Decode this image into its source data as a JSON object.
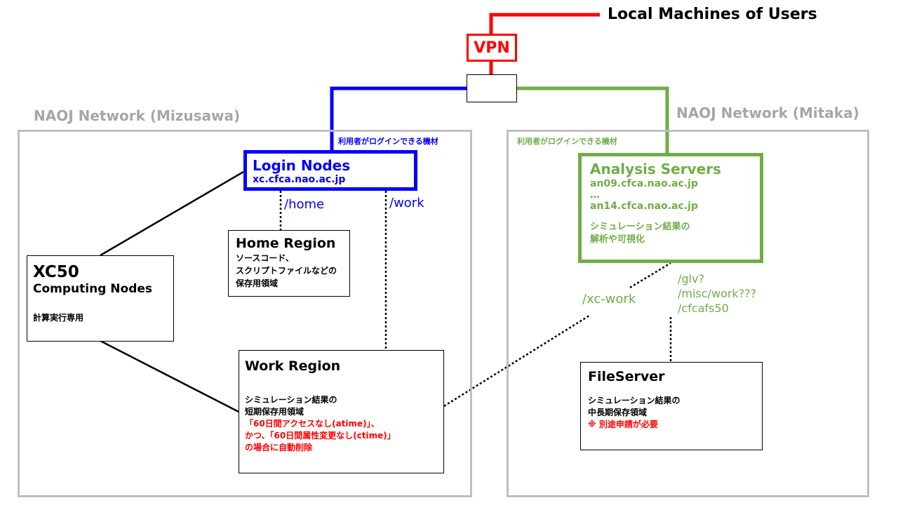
{
  "colors": {
    "blue": "#0000ff",
    "green": "#70ad47",
    "red": "#ff0000",
    "gray": "#a6a6a6",
    "black": "#000000"
  },
  "top": {
    "local_machines": "Local Machines of Users",
    "vpn": "VPN"
  },
  "networks": {
    "mizusawa": {
      "title": "NAOJ Network (Mizusawa)",
      "login_note": "利用者がログインできる機材"
    },
    "mitaka": {
      "title": "NAOJ Network (Mitaka)",
      "login_note": "利用者がログインできる機材"
    }
  },
  "login_nodes": {
    "title": "Login Nodes",
    "host": "xc.cfca.nao.ac.jp"
  },
  "paths": {
    "home": "/home",
    "work": "/work",
    "xc_work": "/xc-work",
    "glv": "/glv?",
    "misc_work": "/misc/work???",
    "cfcafs50": "/cfcafs50"
  },
  "home_region": {
    "title": "Home Region",
    "desc_lines": [
      "ソースコード、",
      "スクリプトファイルなどの",
      "保存用領域"
    ]
  },
  "xc50": {
    "title": "XC50",
    "subtitle": "Computing Nodes",
    "note": "計算実行専用"
  },
  "work_region": {
    "title": "Work Region",
    "desc_lines": [
      "シミュレーション結果の",
      "短期保存用領域"
    ],
    "warning_lines": [
      "「60日間アクセスなし(atime)」、",
      "かつ、「60日間属性変更なし(ctime)」",
      "の場合に自動削除"
    ]
  },
  "analysis_servers": {
    "title": "Analysis Servers",
    "hosts": [
      "an09.cfca.nao.ac.jp",
      "…",
      "an14.cfca.nao.ac.jp"
    ],
    "desc_lines": [
      "シミュレーション結果の",
      "解析や可視化"
    ]
  },
  "file_server": {
    "title": "FileServer",
    "desc_lines": [
      "シミュレーション結果の",
      "中長期保存領域"
    ],
    "warning": "※ 別途申請が必要"
  }
}
